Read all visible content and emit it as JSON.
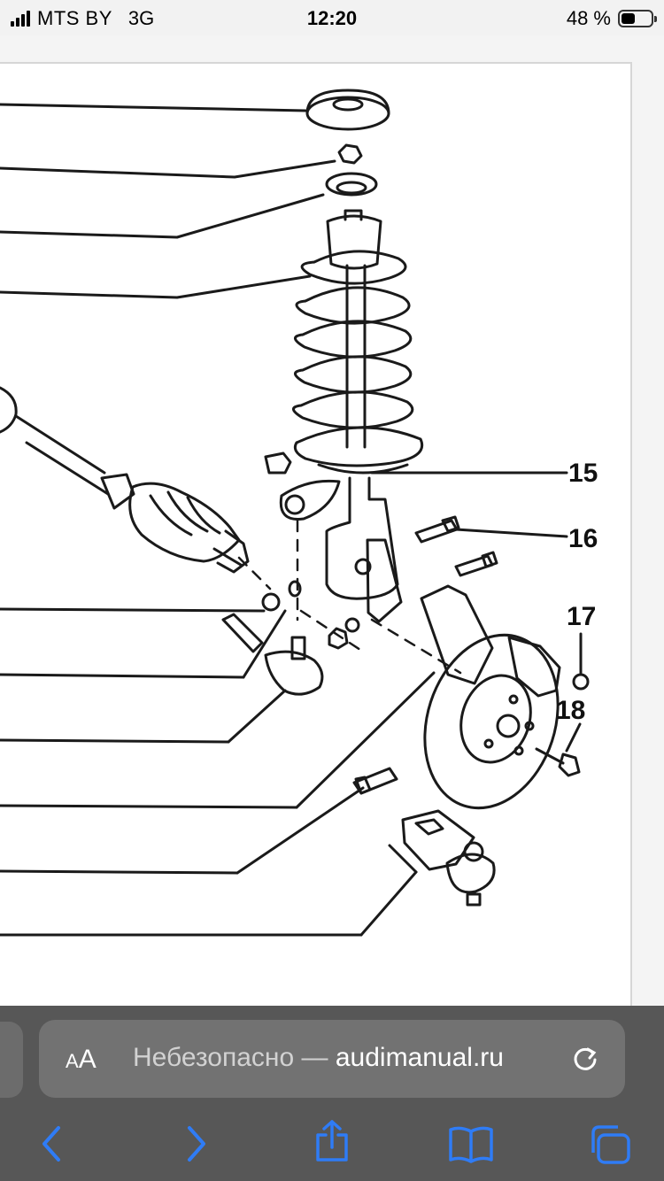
{
  "status_bar": {
    "carrier": "MTS BY",
    "network": "3G",
    "time": "12:20",
    "battery_percent": "48 %",
    "battery_level": 0.48
  },
  "diagram": {
    "callouts": [
      "15",
      "16",
      "17",
      "18"
    ]
  },
  "browser": {
    "text_size_label": "AA",
    "url_prefix": "Небезопасно — ",
    "url_domain": "audimanual.ru",
    "reload_icon": "reload-icon",
    "toolbar": [
      "back-icon",
      "forward-icon",
      "share-icon",
      "bookmarks-icon",
      "tabs-icon"
    ]
  },
  "colors": {
    "browser_bar": "#575757",
    "address_bar": "#727272",
    "accent": "#2f7cf6"
  }
}
